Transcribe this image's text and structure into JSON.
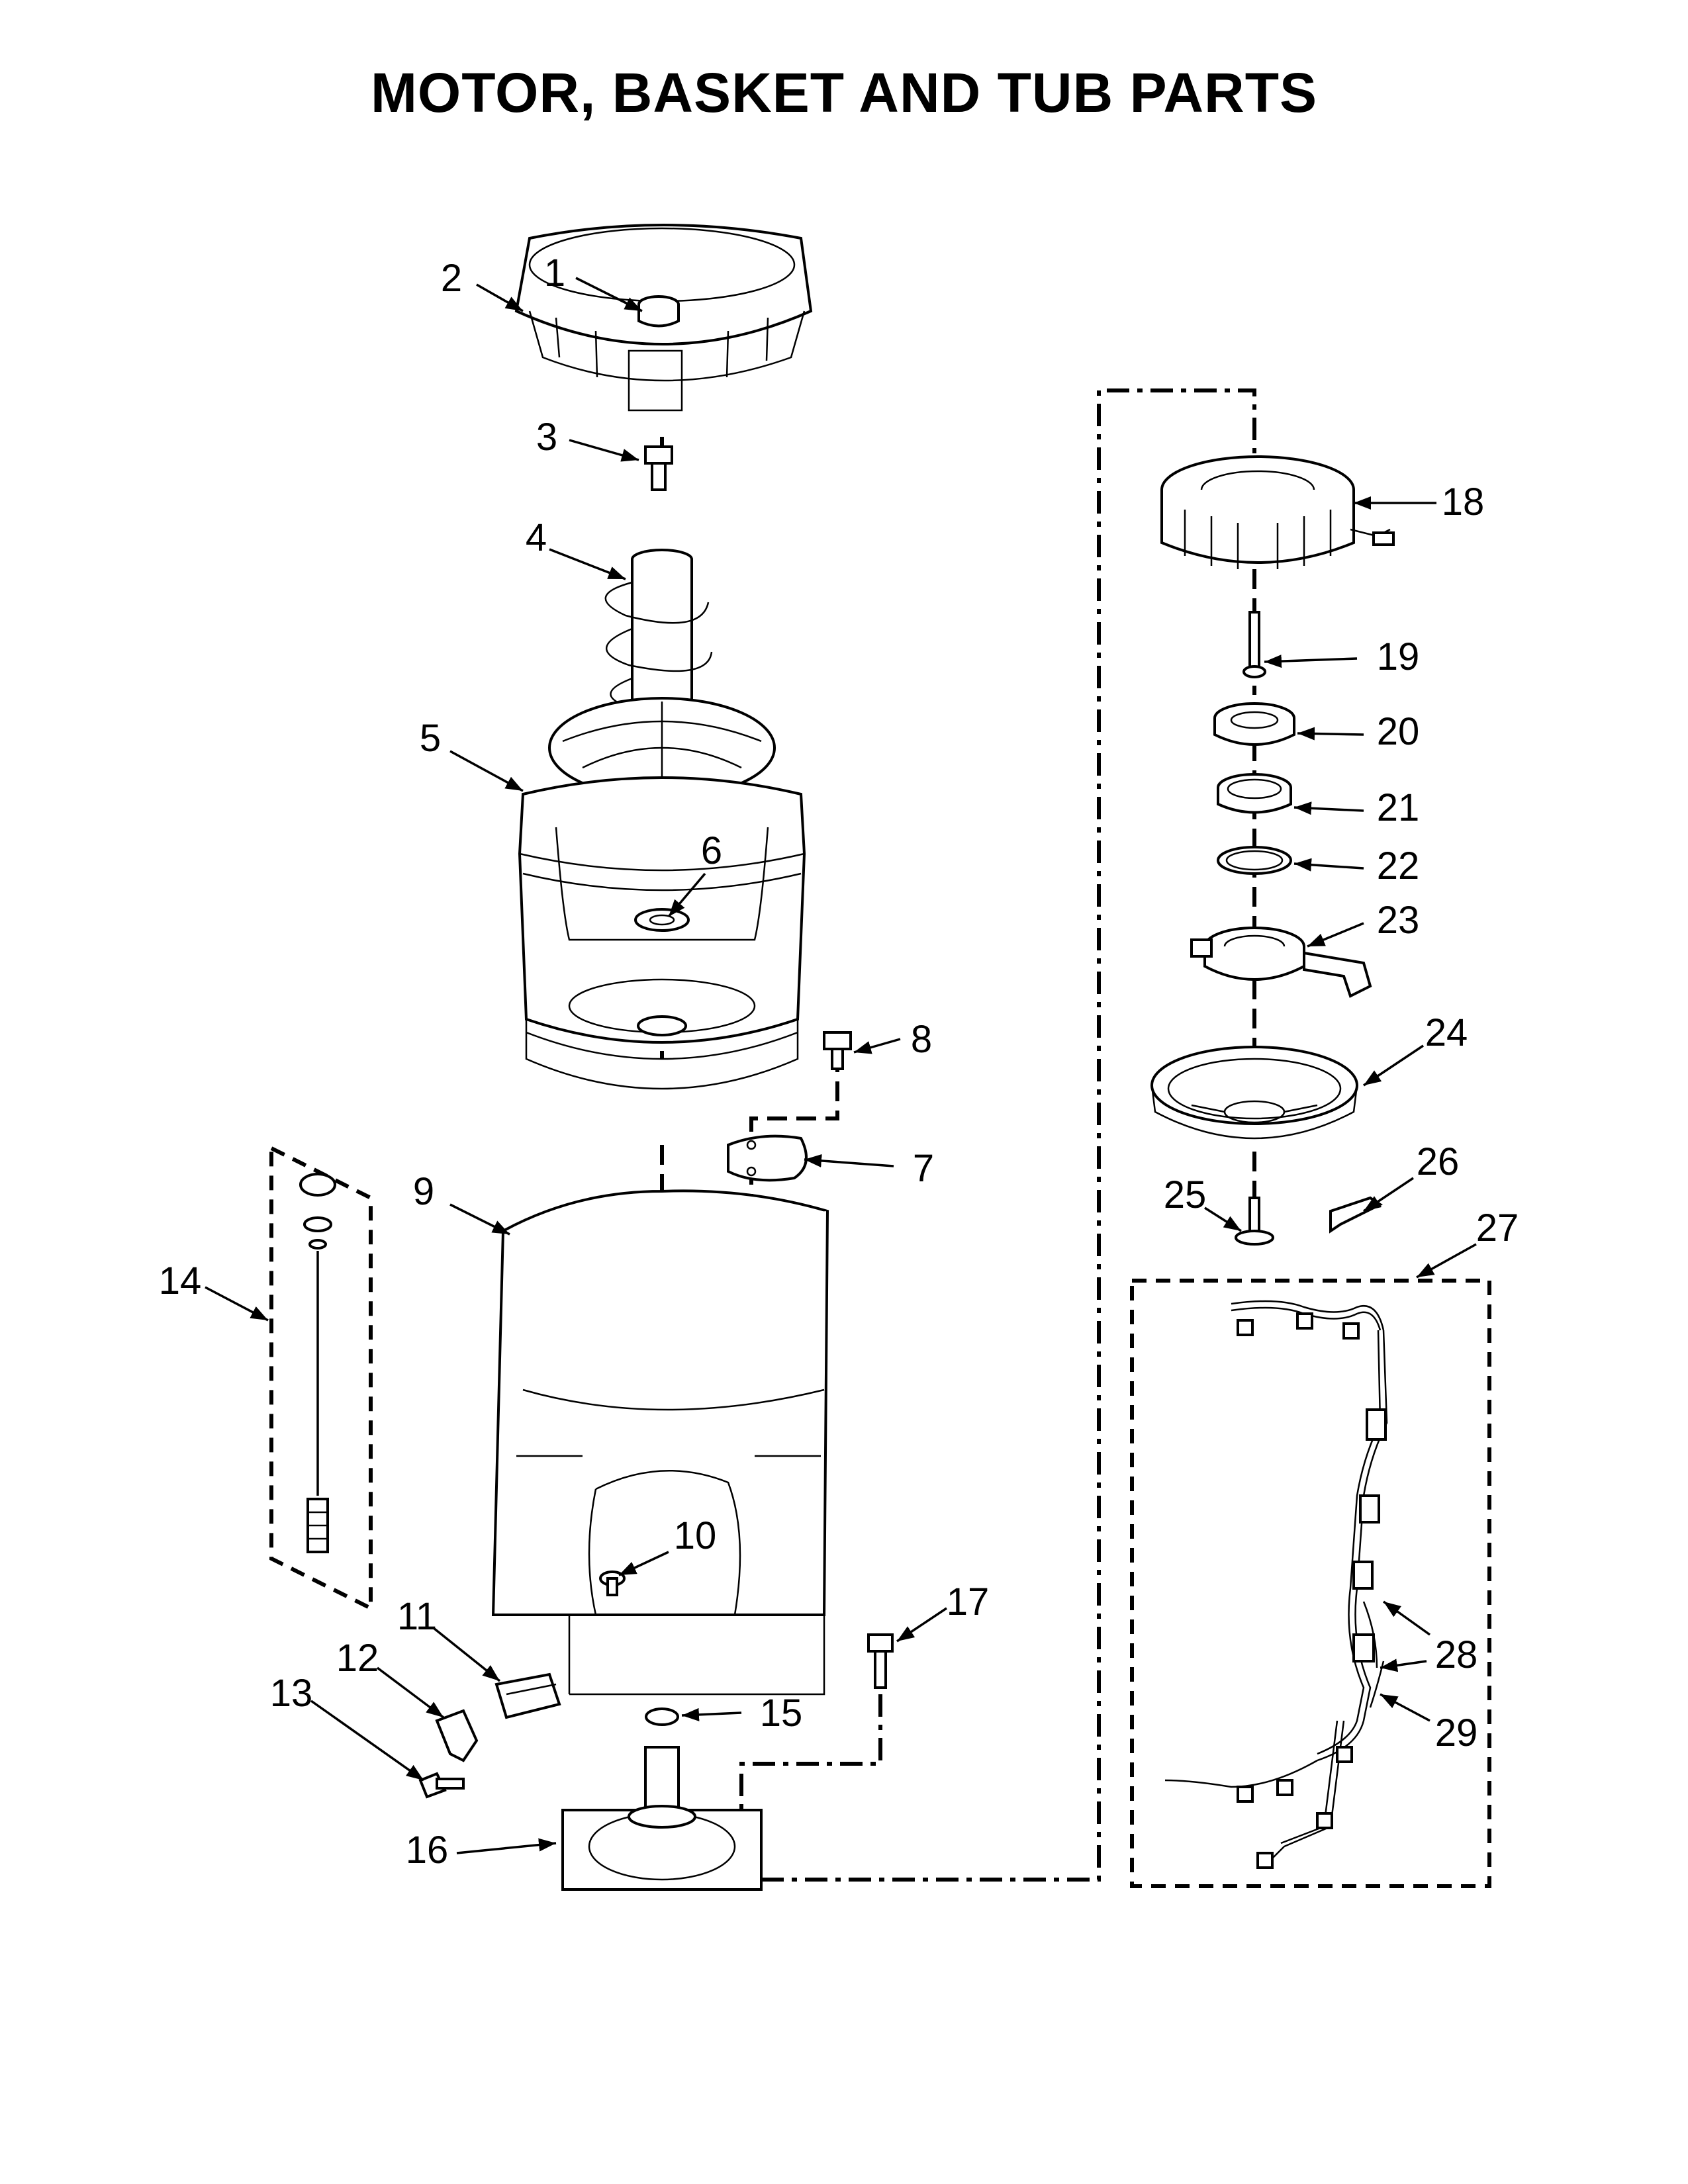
{
  "title": "MOTOR, BASKET AND TUB PARTS",
  "callouts": [
    "1",
    "2",
    "3",
    "4",
    "5",
    "6",
    "7",
    "8",
    "9",
    "10",
    "11",
    "12",
    "13",
    "14",
    "15",
    "16",
    "17",
    "18",
    "19",
    "20",
    "21",
    "22",
    "23",
    "24",
    "25",
    "26",
    "27",
    "28",
    "29"
  ]
}
